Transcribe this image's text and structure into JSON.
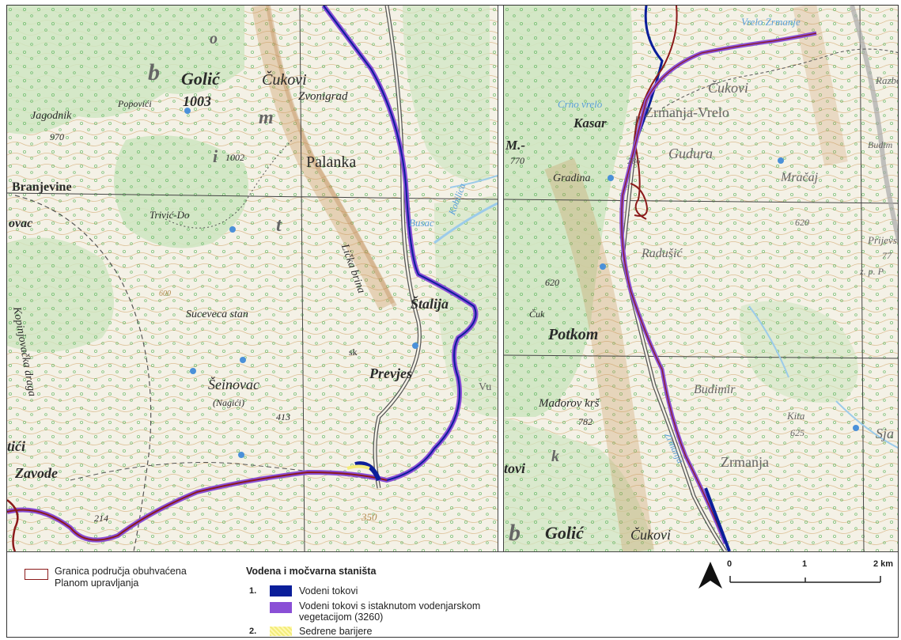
{
  "map": {
    "left_labels": {
      "golic": "Golić",
      "golic_elev": "1003",
      "cukovi": "Čukovi",
      "zvonigrad": "Zvonigrad",
      "jagodnik": "Jagodnik",
      "jagodnik_elev": "970",
      "popovici": "Popovići",
      "elev_1002": "1002",
      "palanka": "Palanka",
      "branjevine": "Branjevine",
      "trivic_dol": "Trivić-Do",
      "ovac": "ovac",
      "licka_brina": "Lička brina",
      "busac": "Busac",
      "kobilica": "Kobilica",
      "suceveca_stan": "Suceveca stan",
      "elev_600": "600",
      "staljo": "Štalija",
      "sk": "sk",
      "prevjes": "Prevjes",
      "kopinjovacka_draga": "Kopinjovačka draga",
      "seinovac": "Šeinovac",
      "nagici": "(Nagići)",
      "elev_413": "413",
      "tici": "tići",
      "zavode": "Zavode",
      "elev_214": "214",
      "elev_350": "350",
      "vu": "Vu",
      "letter_b": "b",
      "letter_m": "m",
      "letter_i": "i",
      "letter_t": "t",
      "letter_o": "o"
    },
    "right_labels": {
      "vrelo_zrmanje": "Vrelo Zrmanje",
      "cukovi": "Čukovi",
      "razbo": "Razbo",
      "crno_vrelo": "Crno vrelo",
      "kasar": "Kasar",
      "zrmanja_vrelo": "Zrmanja-Vrelo",
      "budim": "Budim",
      "m_770": "M.-",
      "elev_770": "770",
      "gudura": "Gudura",
      "mracaj": "Mračaj",
      "gradina": "Gradina",
      "elev_286": "286",
      "elev_620a": "620",
      "prijevs": "Prijevs",
      "elev_77": "77",
      "zp": "z. p. P",
      "radusic": "Radušić",
      "elev_620b": "620",
      "cuk": "Čuk",
      "potkom": "Potkom",
      "budimir": "Budimir",
      "madorov_krs": "Mađorov krš",
      "elev_782": "782",
      "kita": "Kita",
      "elev_625": "625",
      "sja": "Sja",
      "zrmanja_river": "Zrmanja",
      "zrmanja": "Zrmanja",
      "tovi": "tovi",
      "golic": "Golić",
      "cukovi2": "Čukovi",
      "letter_k": "k",
      "letter_b": "b"
    }
  },
  "legend": {
    "boundary_label_line1": "Granica područja obuhvaćena",
    "boundary_label_line2": "Planom upravljanja",
    "habitat_title": "Vodena i močvarna staništa",
    "item1_num": "1.",
    "item1_label": "Vodeni tokovi",
    "item1b_label_line1": "Vodeni tokovi s istaknutom vodenjarskom",
    "item1b_label_line2": "vegetacijom (3260)",
    "item2_num": "2.",
    "item2_label": "Sedrene barijere",
    "scale_0": "0",
    "scale_1": "1",
    "scale_2": "2 km",
    "colors": {
      "boundary": "#8b1a1a",
      "watercourse": "#0a1e9a",
      "aquatic_vegetation": "#8a4fd6",
      "tufa_barrier": "#f3ec7a"
    }
  }
}
